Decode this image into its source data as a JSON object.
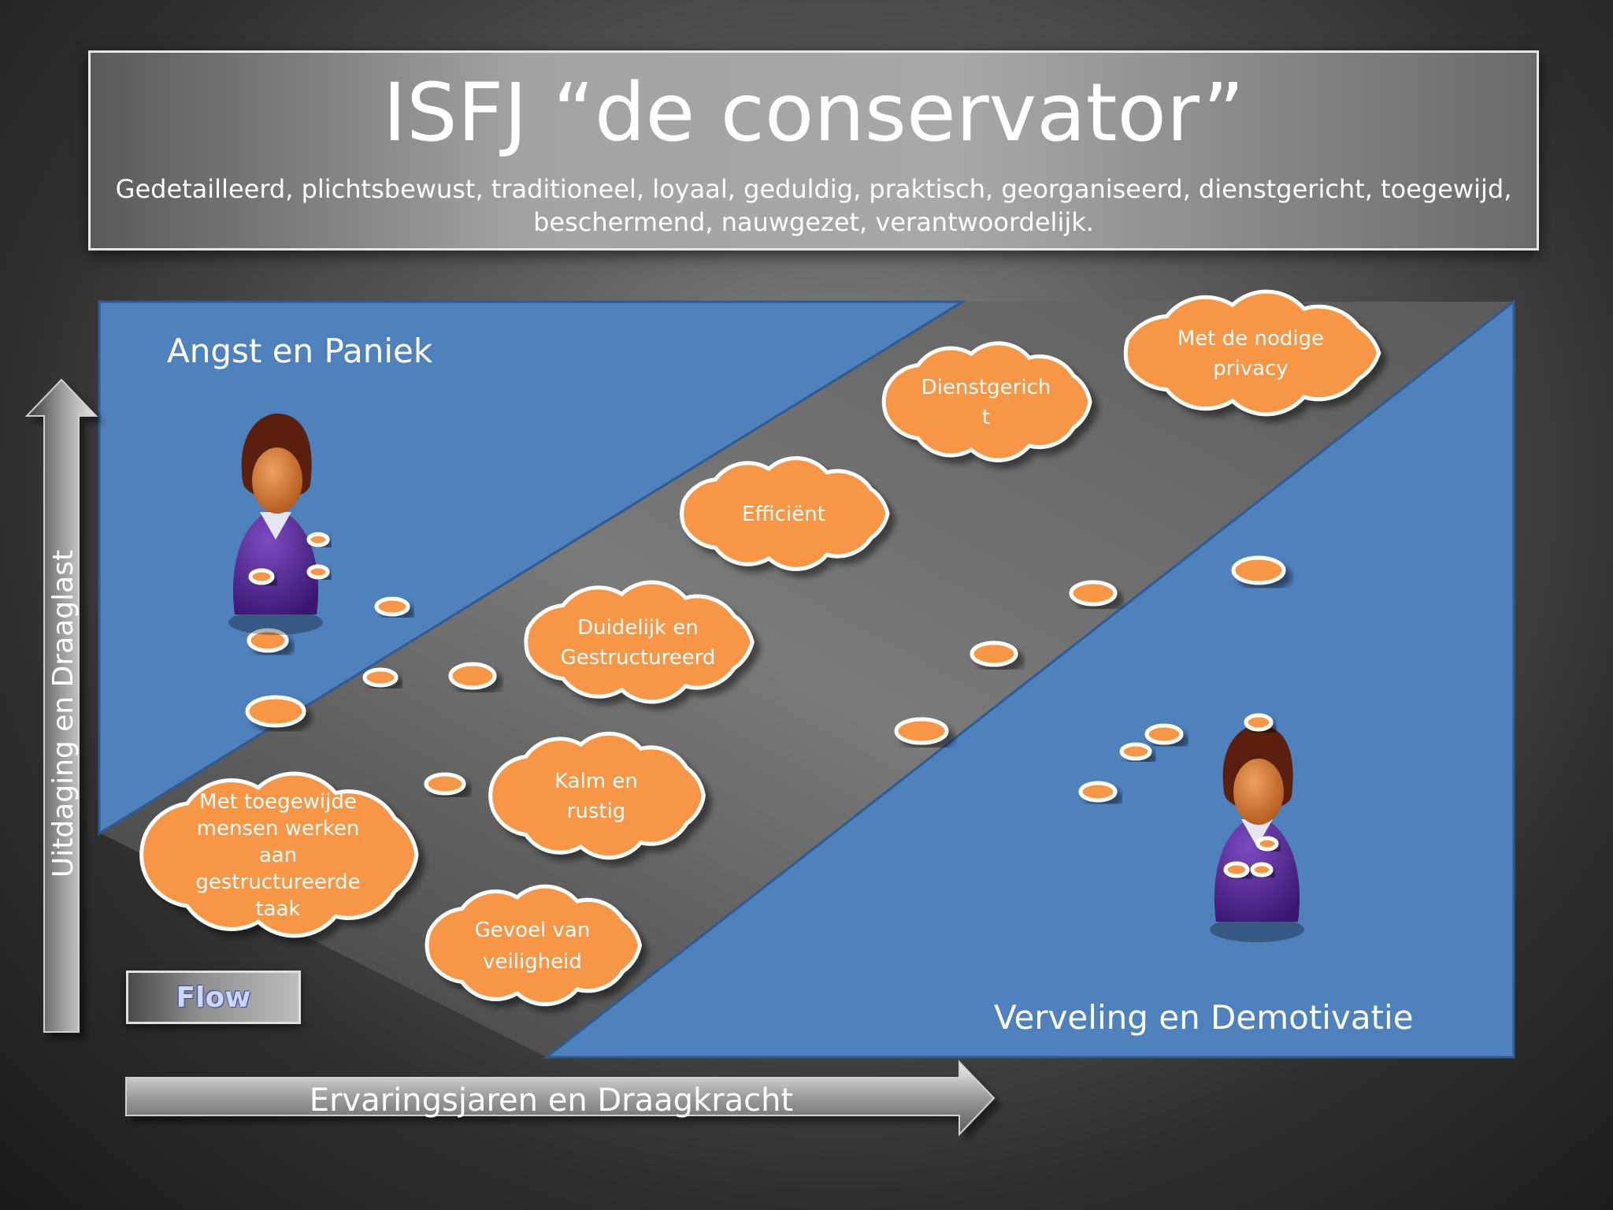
{
  "title": "ISFJ “de conservator”",
  "subtitle": "Gedetailleerd, plichtsbewust, traditioneel, loyaal,  geduldig, praktisch, georganiseerd, dienstgericht, toegewijd, beschermend, nauwgezet, verantwoordelijk.",
  "zones": {
    "anxiety": "Angst en Paniek",
    "boredom": "Verveling en Demotivatie"
  },
  "axes": {
    "y_label": "Uitdaging  en Draaglast",
    "x_label": "Ervaringsjaren en Draagkracht"
  },
  "flow_label": "Flow",
  "clouds": [
    {
      "lines": [
        "Met de nodige",
        "privacy"
      ]
    },
    {
      "lines": [
        "Dienstgerich",
        "t"
      ]
    },
    {
      "lines": [
        "Efficiënt"
      ]
    },
    {
      "lines": [
        "Duidelijk en",
        "Gestructureerd"
      ]
    },
    {
      "lines": [
        "Kalm en",
        "rustig"
      ]
    },
    {
      "lines": [
        "Met toegewijde",
        "mensen werken",
        "aan",
        "gestructureerde",
        "taak"
      ]
    },
    {
      "lines": [
        "Gevoel van",
        "veiligheid"
      ]
    }
  ],
  "colors": {
    "zone_blue": "#4f81bd",
    "cloud_orange": "#f79646",
    "person_body": "#5b2d91",
    "person_skin": "#d9792e",
    "person_hair": "#5a1f0e"
  }
}
